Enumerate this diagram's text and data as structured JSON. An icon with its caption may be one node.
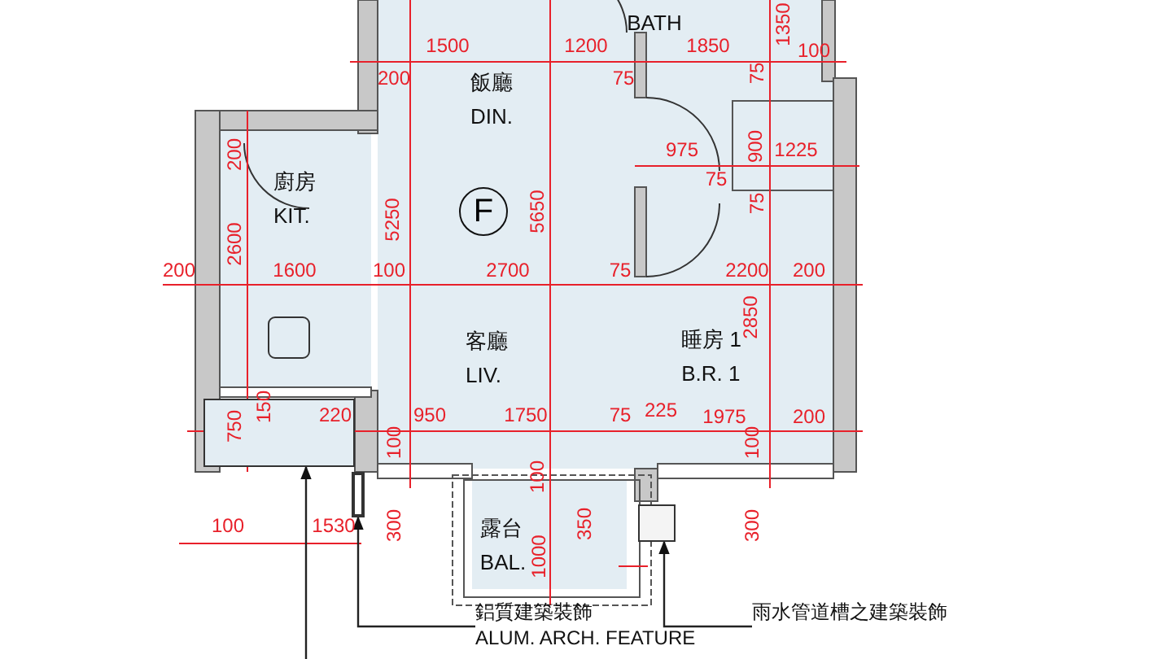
{
  "diagram": {
    "nodes": [
      {
        "text": [
          "BATH"
        ]
      },
      {
        "text": [
          "飯廳",
          "DIN."
        ]
      },
      {
        "text": [
          "廚房",
          "KIT."
        ]
      },
      {
        "text": [
          "F"
        ]
      },
      {
        "text": [
          "客廳",
          "LIV."
        ]
      },
      {
        "text": [
          "睡房 1",
          "B.R. 1"
        ]
      },
      {
        "text": [
          "露台",
          "BAL."
        ]
      },
      {
        "text": [],
        "shape": "box"
      },
      {
        "text": [],
        "shape": "bar"
      },
      {
        "text": [],
        "shape": "box"
      },
      {
        "text": [
          "鋁質建築裝飾",
          "ALUM. ARCH. FEATURE"
        ]
      },
      {
        "text": [
          "雨水管道槽之建築裝飾"
        ]
      }
    ],
    "edges": [
      {
        "from": null,
        "to": 7,
        "arrow": "to"
      },
      {
        "from": 10,
        "to": 8,
        "arrow": "to"
      },
      {
        "from": 11,
        "to": 9,
        "arrow": "to"
      }
    ],
    "labels": [
      "1350",
      "1500",
      "1200",
      "1850",
      "100",
      "200",
      "75",
      "75",
      "200",
      "975",
      "900",
      "1225",
      "75",
      "5250",
      "5650",
      "75",
      "2600",
      "200",
      "1600",
      "100",
      "2700",
      "75",
      "2200",
      "200",
      "2850",
      "750",
      "150",
      "220",
      "950",
      "1750",
      "75",
      "225",
      "1975",
      "200",
      "100",
      "100",
      "100",
      "100",
      "1530",
      "300",
      "350",
      "300",
      "1000"
    ]
  }
}
